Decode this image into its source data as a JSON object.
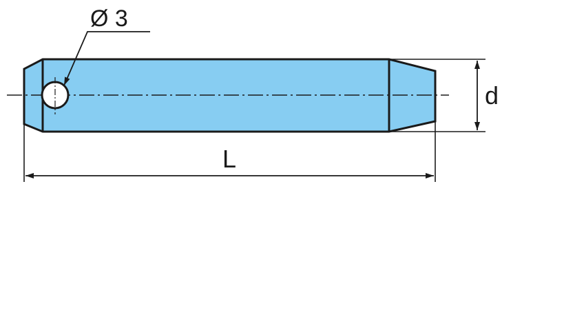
{
  "labels": {
    "hole_diameter": "Ø 3",
    "length": "L",
    "diameter": "d"
  },
  "colors": {
    "fill": "#87cdf2",
    "stroke": "#1a1a1a",
    "background": "#ffffff"
  }
}
